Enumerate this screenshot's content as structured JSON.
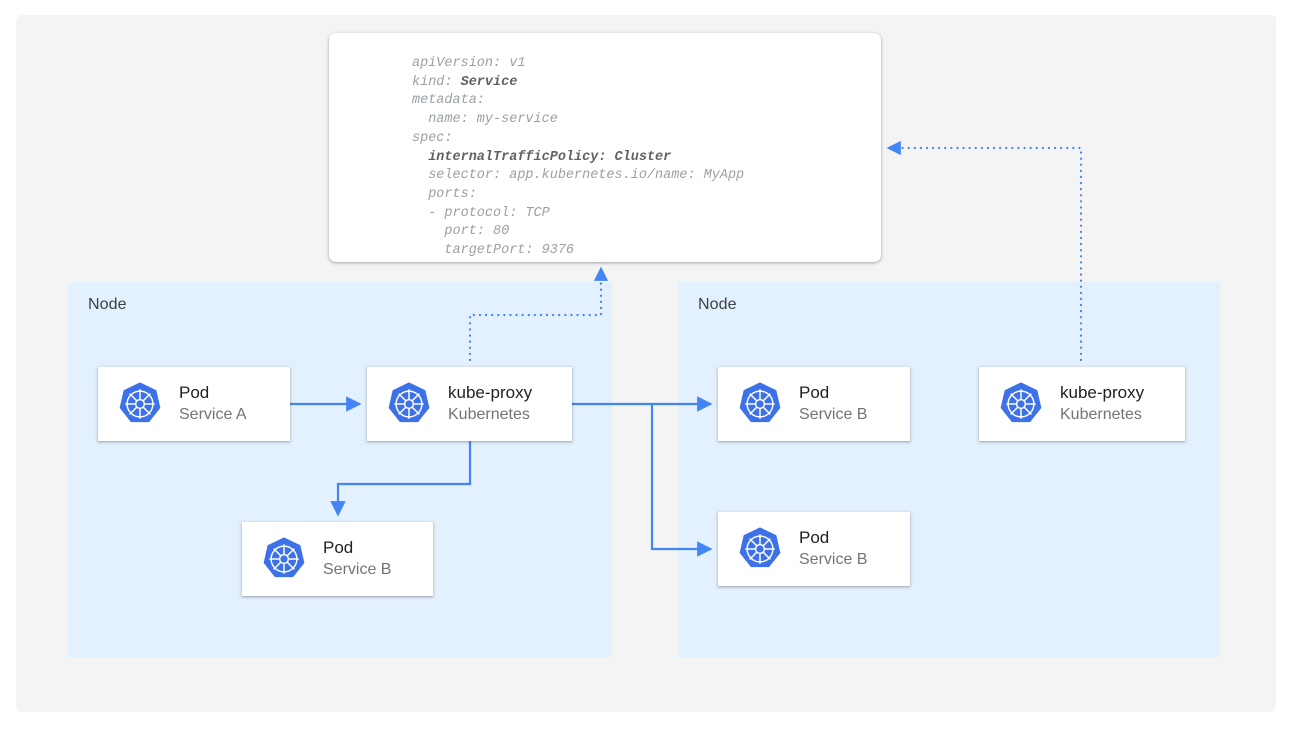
{
  "canvas": {
    "background": "#f4f4f4",
    "accent": "#4285f4",
    "node_fill": "#e3f0fd"
  },
  "manifest": {
    "name": "service-manifest",
    "language": "yaml",
    "lines": [
      {
        "text": "apiVersion: v1",
        "bold": false
      },
      {
        "text": "kind: ",
        "bold_suffix": "Service"
      },
      {
        "text": "metadata:",
        "bold": false
      },
      {
        "text": "  name: my-service",
        "bold": false
      },
      {
        "text": "spec:",
        "bold": false
      },
      {
        "text": "  internalTrafficPolicy: Cluster",
        "bold": true
      },
      {
        "text": "  selector: app.kubernetes.io/name: MyApp",
        "bold": false
      },
      {
        "text": "  ports:",
        "bold": false
      },
      {
        "text": "  - protocol: TCP",
        "bold": false
      },
      {
        "text": "    port: 80",
        "bold": false
      },
      {
        "text": "    targetPort: 9376",
        "bold": false
      }
    ],
    "fields": {
      "apiVersion": "v1",
      "kind": "Service",
      "metadata_name": "my-service",
      "internalTrafficPolicy": "Cluster",
      "selector": "app.kubernetes.io/name: MyApp",
      "protocol": "TCP",
      "port": "80",
      "targetPort": "9376"
    }
  },
  "nodes": [
    {
      "label": "Node",
      "side": "left"
    },
    {
      "label": "Node",
      "side": "right"
    }
  ],
  "cards": {
    "pod_service_a": {
      "title": "Pod",
      "subtitle": "Service A",
      "icon": "kubernetes-icon"
    },
    "kube_proxy_left": {
      "title": "kube-proxy",
      "subtitle": "Kubernetes",
      "icon": "kubernetes-icon"
    },
    "pod_service_b_left": {
      "title": "Pod",
      "subtitle": "Service B",
      "icon": "kubernetes-icon"
    },
    "pod_service_b_r1": {
      "title": "Pod",
      "subtitle": "Service B",
      "icon": "kubernetes-icon"
    },
    "pod_service_b_r2": {
      "title": "Pod",
      "subtitle": "Service B",
      "icon": "kubernetes-icon"
    },
    "kube_proxy_right": {
      "title": "kube-proxy",
      "subtitle": "Kubernetes",
      "icon": "kubernetes-icon"
    }
  },
  "edges": [
    {
      "name": "pod-a-to-kube-proxy",
      "style": "solid",
      "arrow": true
    },
    {
      "name": "kube-proxy-to-pod-b-local",
      "style": "solid",
      "arrow": true
    },
    {
      "name": "kube-proxy-to-pod-b-remote-1",
      "style": "solid",
      "arrow": true
    },
    {
      "name": "kube-proxy-to-pod-b-remote-2",
      "style": "solid",
      "arrow": true
    },
    {
      "name": "kube-proxy-left-to-manifest",
      "style": "dotted",
      "arrow": true
    },
    {
      "name": "kube-proxy-right-to-manifest",
      "style": "dotted",
      "arrow": true
    }
  ]
}
